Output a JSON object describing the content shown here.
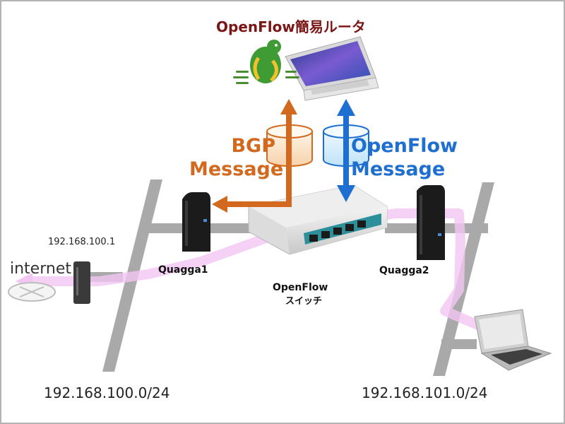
{
  "title": "OpenFlow簡易ルータ",
  "bgp_message": {
    "line1": "BGP",
    "line2": "Message"
  },
  "openflow_message": {
    "line1": "OpenFlow",
    "line2": "Message"
  },
  "quagga1": "Quagga1",
  "quagga2": "Quagga2",
  "switch": {
    "line1": "OpenFlow",
    "line2": "スイッチ"
  },
  "gateway_ip": "192.168.100.1",
  "internet": "internet",
  "network_left": "192.168.100.0/24",
  "network_right": "192.168.101.0/24",
  "colors": {
    "title": "#7a1616",
    "bgp_arrow": "#d2691e",
    "openflow_arrow": "#1e6fd0",
    "network_line": "#a9a9a9",
    "traffic_path": "#f2c6f2"
  },
  "icons": [
    "dragon-icon",
    "laptop-icon",
    "router-icon",
    "switch-icon",
    "database-icon",
    "internet-icon"
  ]
}
